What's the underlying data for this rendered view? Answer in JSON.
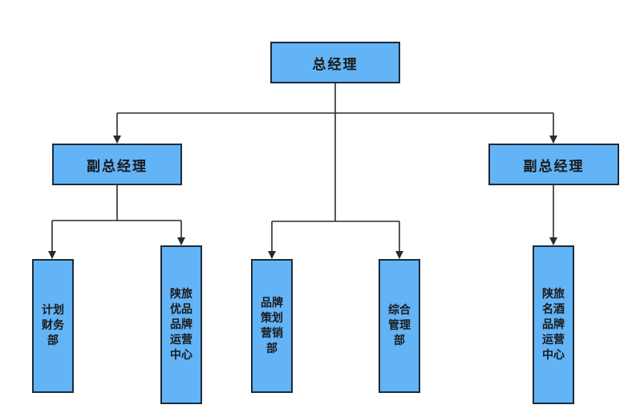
{
  "org": {
    "top": {
      "label": "总经理"
    },
    "vp_left": {
      "label": "副总经理"
    },
    "vp_right": {
      "label": "副总经理"
    },
    "depts": [
      {
        "label": "计划\n财务\n部"
      },
      {
        "label": "陕旅\n优品\n品牌\n运营\n中心"
      },
      {
        "label": "品牌\n策划\n营销\n部"
      },
      {
        "label": "综合\n管理\n部"
      },
      {
        "label": "陕旅\n名酒\n品牌\n运营\n中心"
      }
    ]
  },
  "colors": {
    "box_fill": "#63b3f7",
    "box_border": "#1d2b36",
    "line": "#2b2b2b"
  }
}
